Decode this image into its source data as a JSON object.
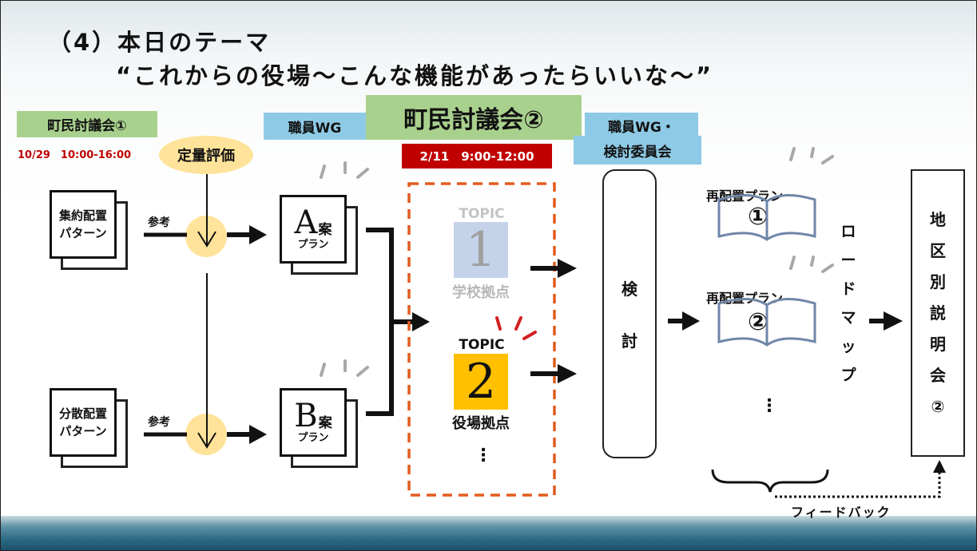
{
  "title": {
    "line1": "（4）本日のテーマ",
    "line2": "“これからの役場～こんな機能があったらいいな～”"
  },
  "labels": {
    "citizen1": "町民討議会①",
    "citizen1_time": "10/29　10:00-16:00",
    "quant_eval": "定量評価",
    "staff_wg": "職員WG",
    "citizen2": "町民討議会②",
    "citizen2_time": "2/11　9:00-12:00",
    "staff_wg2_line1": "職員WG・",
    "staff_wg2_line2": "検討委員会"
  },
  "patterns": [
    {
      "line1": "集約配置",
      "line2": "パターン",
      "ref": "参考"
    },
    {
      "line1": "分散配置",
      "line2": "パターン",
      "ref": "参考"
    }
  ],
  "plans": [
    {
      "letter": "A",
      "an": "案",
      "sub": "プラン"
    },
    {
      "letter": "B",
      "an": "案",
      "sub": "プラン"
    }
  ],
  "topics": [
    {
      "word": "TOPIC",
      "num": "1",
      "name": "学校拠点",
      "color": "#c5d3ea",
      "text_color": "#a0a0a0",
      "name_color": "#b8b8b8"
    },
    {
      "word": "TOPIC",
      "num": "2",
      "name": "役場拠点",
      "color": "#ffc000",
      "text_color": "#111111",
      "name_color": "#111111"
    }
  ],
  "topic_dots": "⋮",
  "review": [
    "検",
    "討"
  ],
  "relocation": [
    {
      "label": "再配置プラン",
      "num": "①"
    },
    {
      "label": "再配置プラン",
      "num": "②"
    }
  ],
  "relocation_dots": "⋮",
  "roadmap": [
    "ロ",
    "ー",
    "ド",
    "マ",
    "ッ",
    "プ"
  ],
  "district": [
    "地",
    "区",
    "別",
    "説",
    "明",
    "会",
    "②"
  ],
  "feedback": "フィードバック",
  "colors": {
    "green": "#a9d18e",
    "blue": "#8ecae6",
    "red": "#c00000",
    "yellow": "#ffe39a",
    "orange_dash": "#e25b1f",
    "topic2": "#ffc000",
    "topic1": "#c5d3ea"
  }
}
